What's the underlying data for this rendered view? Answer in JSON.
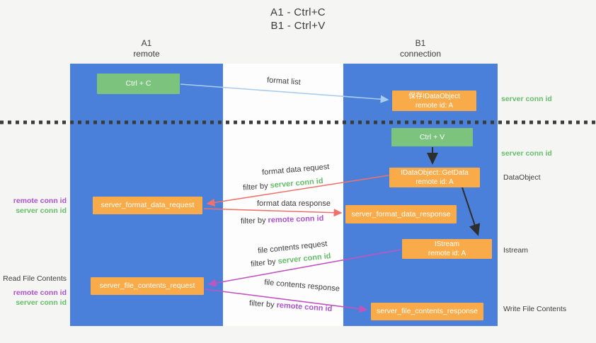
{
  "title": {
    "line1": "A1 - Ctrl+C",
    "line2": "B1 - Ctrl+V"
  },
  "lanes": {
    "a1": {
      "name": "A1",
      "role": "remote"
    },
    "b1": {
      "name": "B1",
      "role": "connection"
    }
  },
  "nodes": {
    "ctrl_c": {
      "label": "Ctrl + C"
    },
    "ctrl_v": {
      "label": "Ctrl + V"
    },
    "save_idataobject": {
      "line1": "保存IDataObject",
      "line2": "remote id: A"
    },
    "idataobject_getdata": {
      "line1": "IDataObject::GetData",
      "line2": "remote id: A"
    },
    "istream": {
      "line1": "IStream",
      "line2": "remote id: A"
    },
    "server_format_data_request": {
      "label": "server_format_data_request"
    },
    "server_format_data_response": {
      "label": "server_format_data_response"
    },
    "server_file_contents_request": {
      "label": "server_file_contents_request"
    },
    "server_file_contents_response": {
      "label": "server_file_contents_response"
    }
  },
  "edge_labels": {
    "format_list": "format list",
    "format_data_request": "format data request",
    "format_data_request_filter_prefix": "filter by",
    "format_data_request_filter_key": "server conn id",
    "format_data_response": "format data response",
    "format_data_response_filter_prefix": "filter by",
    "format_data_response_filter_key": "remote conn id",
    "file_contents_request": "file contents request",
    "file_contents_request_filter_prefix": "filter by",
    "file_contents_request_filter_key": "server conn id",
    "file_contents_response": "file contents response",
    "file_contents_response_filter_prefix": "filter by",
    "file_contents_response_filter_key": "remote conn id"
  },
  "annotations": {
    "right": {
      "server_conn_id_top": "server conn id",
      "server_conn_id_mid": "server conn id",
      "dataobject": "DataObject",
      "istream": "Istream",
      "write_file_contents": "Write File Contents"
    },
    "left": {
      "remote_conn_id_1": "remote conn id",
      "server_conn_id_1": "server conn id",
      "read_file_contents": "Read File Contents",
      "remote_conn_id_2": "remote conn id",
      "server_conn_id_2": "server conn id"
    }
  },
  "colors": {
    "lane_blue": "#4a80d9",
    "node_green": "#7cc47e",
    "node_orange": "#f9ab49",
    "arrow_blue": "#a9cdef",
    "arrow_red": "#f0716a",
    "arrow_magenta": "#c055c0",
    "arrow_black": "#2e2e2e",
    "text_green": "#66be6a",
    "text_purple": "#ab53cd",
    "text_dark": "#3d3d3d",
    "dotted_line": "#3b3b3b"
  }
}
